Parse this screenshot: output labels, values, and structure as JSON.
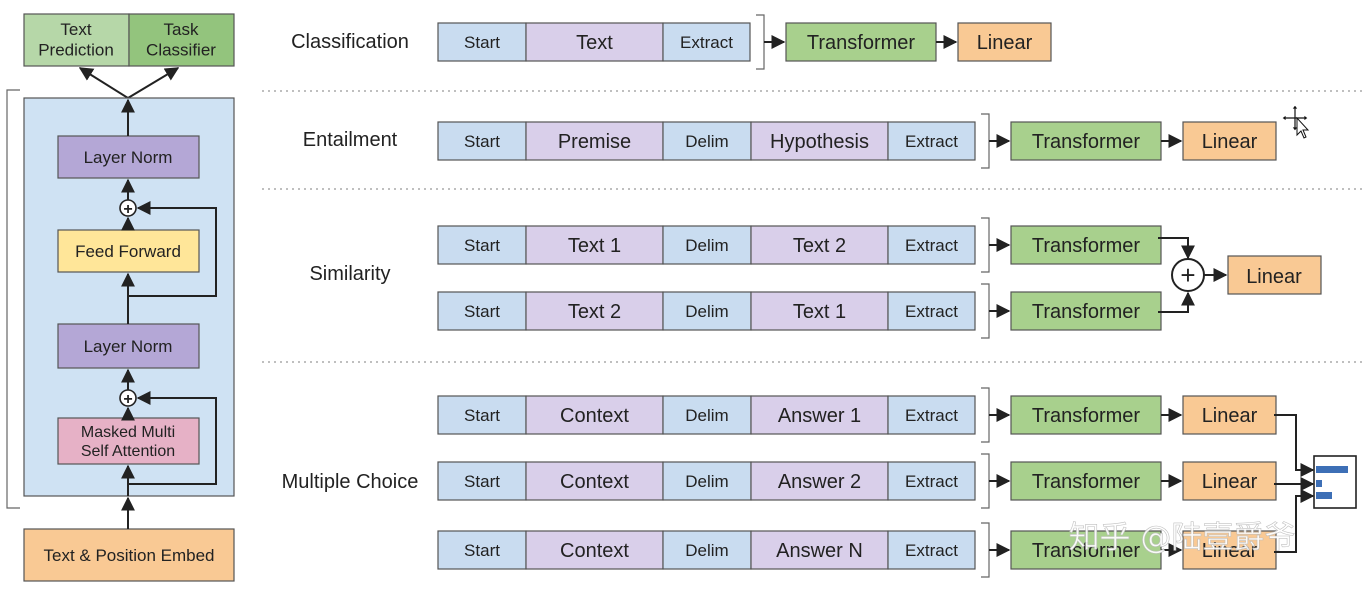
{
  "colors": {
    "token_blue": "#c9dcf0",
    "token_purple": "#d9cfea",
    "transformer_green": "#a8d08d",
    "linear_orange": "#f9c994",
    "layer_norm_purple": "#b4a7d6",
    "feed_forward_yellow": "#ffe699",
    "attention_pink": "#e6b1c6",
    "embed_orange": "#f9c994",
    "head_green": "#b6d7a8",
    "head_dark_green": "#93c47d",
    "block_blue": "#cfe2f3",
    "border": "#555555"
  },
  "architecture": {
    "heads": {
      "text_prediction": "Text\nPrediction",
      "task_classifier": "Task\nClassifier"
    },
    "layer_norm_top": "Layer Norm",
    "feed_forward": "Feed Forward",
    "layer_norm_bottom": "Layer Norm",
    "attention": "Masked Multi\nSelf Attention",
    "embed": "Text & Position Embed",
    "plus_symbol": "+"
  },
  "tasks": {
    "classification": {
      "label": "Classification",
      "tokens": [
        "Start",
        "Text",
        "Extract"
      ],
      "transformer": "Transformer",
      "linear": "Linear"
    },
    "entailment": {
      "label": "Entailment",
      "tokens": [
        "Start",
        "Premise",
        "Delim",
        "Hypothesis",
        "Extract"
      ],
      "transformer": "Transformer",
      "linear": "Linear"
    },
    "similarity": {
      "label": "Similarity",
      "rows": [
        {
          "tokens": [
            "Start",
            "Text 1",
            "Delim",
            "Text 2",
            "Extract"
          ],
          "transformer": "Transformer"
        },
        {
          "tokens": [
            "Start",
            "Text 2",
            "Delim",
            "Text 1",
            "Extract"
          ],
          "transformer": "Transformer"
        }
      ],
      "plus": "+",
      "linear": "Linear"
    },
    "multiple_choice": {
      "label": "Multiple Choice",
      "rows": [
        {
          "tokens": [
            "Start",
            "Context",
            "Delim",
            "Answer 1",
            "Extract"
          ],
          "transformer": "Transformer",
          "linear": "Linear"
        },
        {
          "tokens": [
            "Start",
            "Context",
            "Delim",
            "Answer 2",
            "Extract"
          ],
          "transformer": "Transformer",
          "linear": "Linear"
        },
        {
          "tokens": [
            "Start",
            "Context",
            "Delim",
            "Answer N",
            "Extract"
          ],
          "transformer": "Transformer",
          "linear": "Linear"
        }
      ]
    }
  },
  "watermark": "知乎 @陆壹爵爷"
}
